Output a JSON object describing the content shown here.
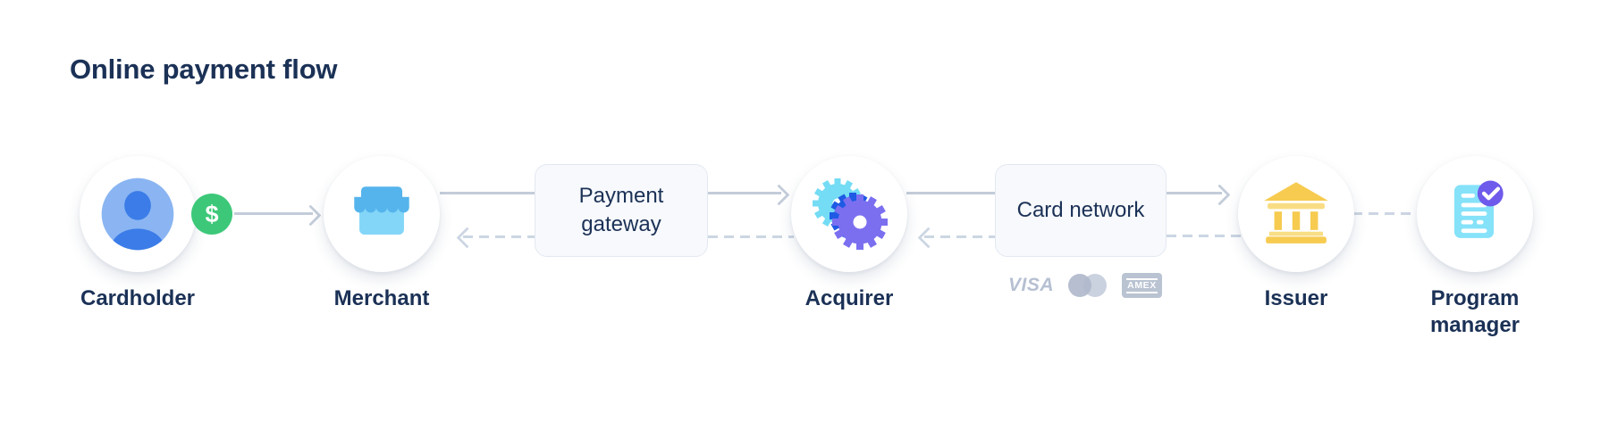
{
  "title": "Online payment flow",
  "nodes": {
    "cardholder": {
      "label": "Cardholder",
      "icon": "user-icon"
    },
    "merchant": {
      "label": "Merchant",
      "icon": "storefront-icon"
    },
    "payment_gateway": {
      "label": "Payment gateway",
      "shape": "box"
    },
    "acquirer": {
      "label": "Acquirer",
      "icon": "gears-icon"
    },
    "card_network": {
      "label": "Card network",
      "shape": "box"
    },
    "issuer": {
      "label": "Issuer",
      "icon": "bank-icon"
    },
    "program_manager": {
      "label": "Program manager",
      "icon": "document-check-icon"
    }
  },
  "badges": {
    "dollar": "$"
  },
  "card_logos": {
    "visa": "VISA",
    "mastercard": "mastercard-circles",
    "amex": "AMEX"
  },
  "connectors": [
    {
      "from": "cardholder",
      "to": "merchant",
      "line": "solid",
      "arrow": "to"
    },
    {
      "from": "merchant",
      "to": "payment_gateway",
      "line": "solid",
      "arrow": "none"
    },
    {
      "from": "payment_gateway",
      "to": "merchant",
      "line": "dashed",
      "arrow": "to"
    },
    {
      "from": "payment_gateway",
      "to": "acquirer",
      "line": "solid",
      "arrow": "to"
    },
    {
      "from": "acquirer",
      "to": "payment_gateway",
      "line": "dashed",
      "arrow": "none"
    },
    {
      "from": "acquirer",
      "to": "card_network",
      "line": "solid",
      "arrow": "none"
    },
    {
      "from": "card_network",
      "to": "acquirer",
      "line": "dashed",
      "arrow": "to"
    },
    {
      "from": "card_network",
      "to": "issuer",
      "line": "solid",
      "arrow": "to"
    },
    {
      "from": "issuer",
      "to": "card_network",
      "line": "dashed",
      "arrow": "none"
    },
    {
      "from": "issuer",
      "to": "program_manager",
      "line": "dashed",
      "arrow": "none"
    }
  ],
  "colors": {
    "navy_text": "#1b3156",
    "solid_connector": "#c3ccd9",
    "dashed_connector": "#ccd6e3",
    "box_bg": "#f7f9fc",
    "box_border": "#e3e9f2",
    "dollar_badge_green": "#3cc878",
    "avatar_bg_blue": "#8ab5f2",
    "avatar_fg_blue": "#3b7ce8",
    "storefront_dark_blue": "#55b4ec",
    "storefront_light_blue": "#83d6f8",
    "gear_cyan": "#74dcf4",
    "gear_blue": "#1e5ae4",
    "gear_purple": "#7b6ff0",
    "bank_gold": "#f6cb50",
    "bank_gold_light": "#f9dd85",
    "document_cyan": "#85e2f9",
    "check_badge_purple": "#6e5aeb",
    "card_logo_gray": "#b4becf"
  }
}
